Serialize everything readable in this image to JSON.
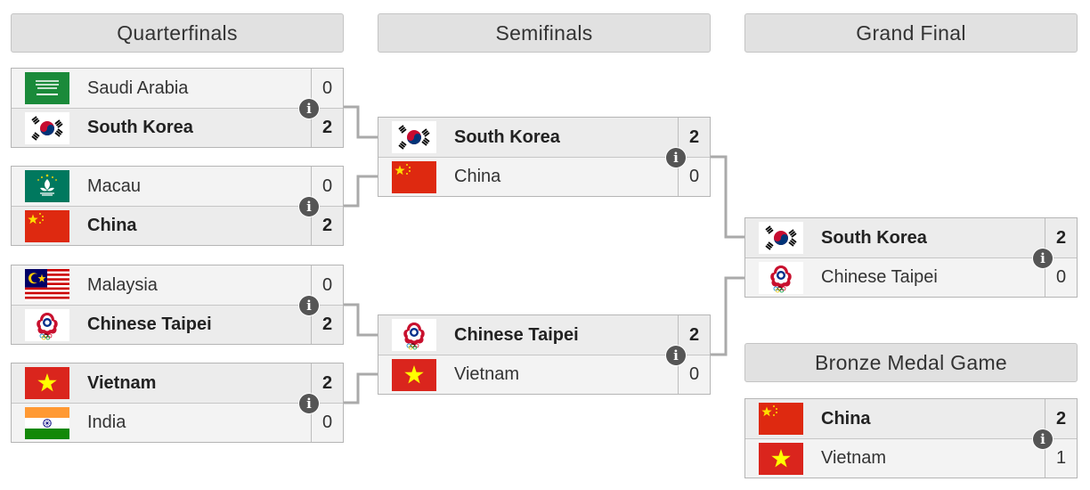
{
  "headers": {
    "quarterfinals": "Quarterfinals",
    "semifinals": "Semifinals",
    "grand_final": "Grand Final",
    "bronze": "Bronze Medal Game"
  },
  "matches": {
    "qf1": {
      "teams": [
        {
          "name": "Saudi Arabia",
          "score": "0",
          "flag": "saudi-arabia-flag-icon"
        },
        {
          "name": "South Korea",
          "score": "2",
          "flag": "south-korea-flag-icon"
        }
      ],
      "winner": 1
    },
    "qf2": {
      "teams": [
        {
          "name": "Macau",
          "score": "0",
          "flag": "macau-flag-icon"
        },
        {
          "name": "China",
          "score": "2",
          "flag": "china-flag-icon"
        }
      ],
      "winner": 1
    },
    "qf3": {
      "teams": [
        {
          "name": "Malaysia",
          "score": "0",
          "flag": "malaysia-flag-icon"
        },
        {
          "name": "Chinese Taipei",
          "score": "2",
          "flag": "chinese-taipei-flag-icon"
        }
      ],
      "winner": 1
    },
    "qf4": {
      "teams": [
        {
          "name": "Vietnam",
          "score": "2",
          "flag": "vietnam-flag-icon"
        },
        {
          "name": "India",
          "score": "0",
          "flag": "india-flag-icon"
        }
      ],
      "winner": 0
    },
    "sf1": {
      "teams": [
        {
          "name": "South Korea",
          "score": "2",
          "flag": "south-korea-flag-icon"
        },
        {
          "name": "China",
          "score": "0",
          "flag": "china-flag-icon"
        }
      ],
      "winner": 0
    },
    "sf2": {
      "teams": [
        {
          "name": "Chinese Taipei",
          "score": "2",
          "flag": "chinese-taipei-flag-icon"
        },
        {
          "name": "Vietnam",
          "score": "0",
          "flag": "vietnam-flag-icon"
        }
      ],
      "winner": 0
    },
    "gf": {
      "teams": [
        {
          "name": "South Korea",
          "score": "2",
          "flag": "south-korea-flag-icon"
        },
        {
          "name": "Chinese Taipei",
          "score": "0",
          "flag": "chinese-taipei-flag-icon"
        }
      ],
      "winner": 0
    },
    "bronze": {
      "teams": [
        {
          "name": "China",
          "score": "2",
          "flag": "china-flag-icon"
        },
        {
          "name": "Vietnam",
          "score": "1",
          "flag": "vietnam-flag-icon"
        }
      ],
      "winner": 0
    }
  },
  "info_icon": "info-icon",
  "colors": {
    "header_bg": "#e1e1e1",
    "connector": "#aaaaaa",
    "info_bg": "#555555"
  }
}
